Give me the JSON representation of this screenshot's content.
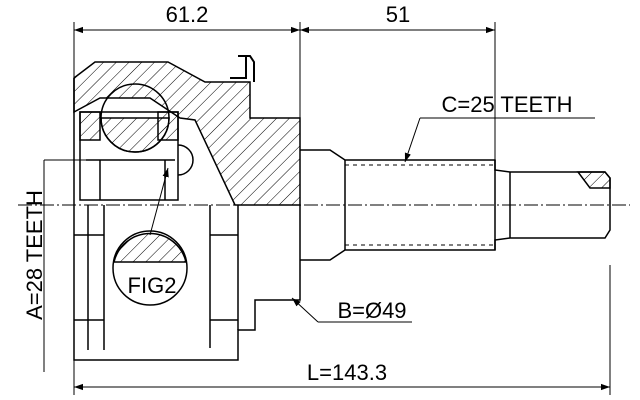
{
  "dimensions": {
    "housing_length": "61.2",
    "shaft_length": "51",
    "outer_spline": "C=25 TEETH",
    "inner_spline": "A=28 TEETH",
    "seal_diameter": "B=Ø49",
    "total_length": "L=143.3",
    "figure_label": "FIG2"
  },
  "colors": {
    "line": "#000000",
    "background": "#ffffff"
  }
}
